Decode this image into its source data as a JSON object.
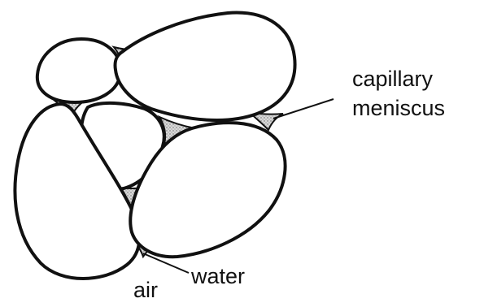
{
  "labels": {
    "capillary": "capillary",
    "meniscus": "meniscus",
    "water": "water",
    "air": "air"
  },
  "colors": {
    "outline": "#111111",
    "background": "#ffffff",
    "meniscus_fill": "#cfcfcf"
  }
}
